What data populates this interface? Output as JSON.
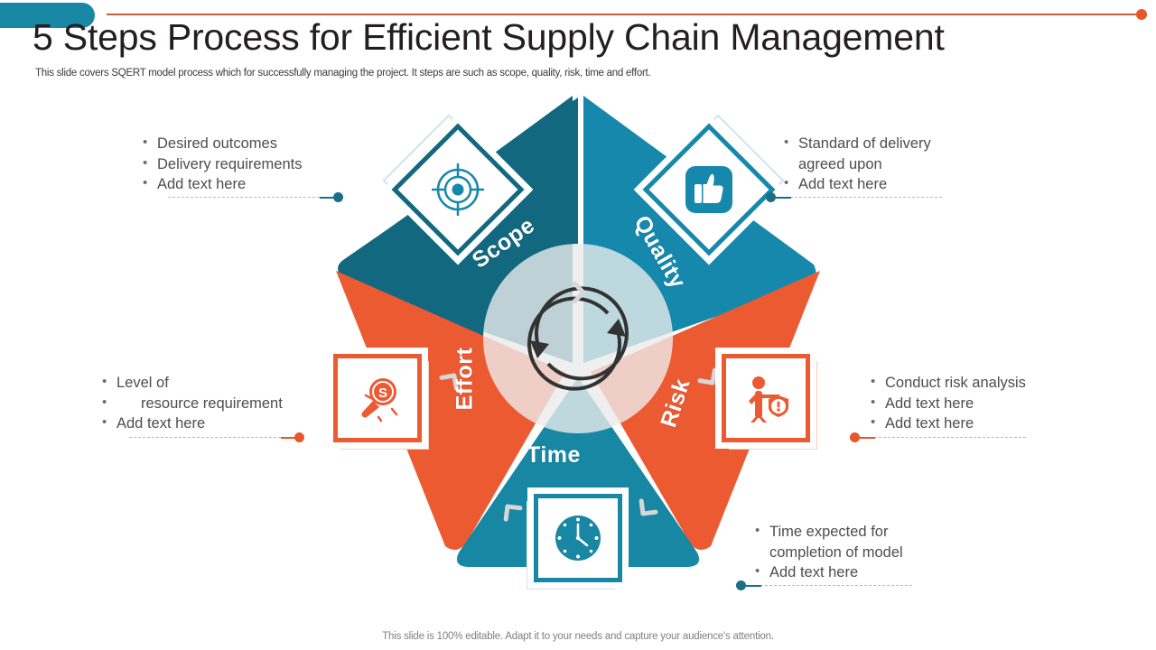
{
  "slide": {
    "title": "5 Steps Process for Efficient Supply Chain Management",
    "subtitle": "This slide covers SQERT model process which for successfully managing the project. It steps are such as scope, quality, risk, time and effort.",
    "footer": "This slide is 100% editable. Adapt it to your needs and capture your audience's attention."
  },
  "colors": {
    "teal_dark": "#12697f",
    "blue_mid": "#1688ac",
    "blue_time": "#1887a4",
    "orange": "#ec5a32",
    "orange_rule": "#c0603f",
    "text_gray": "#4d4d4d",
    "center_gray": "#efefef"
  },
  "diagram": {
    "center_icon": "refresh-cycle-icon",
    "steps": [
      {
        "id": "scope",
        "label": "Scope",
        "color": "#12697f",
        "icon": "target-crosshair-icon",
        "bullets": [
          "Desired outcomes",
          "Delivery requirements",
          "Add text here"
        ]
      },
      {
        "id": "quality",
        "label": "Quality",
        "color": "#1688ac",
        "icon": "thumbs-up-icon",
        "bullets": [
          "Standard of delivery",
          "agreed upon",
          "Add text here"
        ]
      },
      {
        "id": "risk",
        "label": "Risk",
        "color": "#ec5a32",
        "icon": "person-alert-icon",
        "bullets": [
          "Conduct risk analysis",
          "Add text here",
          "Add text here"
        ]
      },
      {
        "id": "time",
        "label": "Time",
        "color": "#1887a4",
        "icon": "clock-icon",
        "bullets": [
          "Time expected for",
          "completion of model",
          "Add text here"
        ]
      },
      {
        "id": "effort",
        "label": "Effort",
        "color": "#ec5a32",
        "icon": "coin-magnifier-icon",
        "bullets": [
          "Level of",
          "resource requirement",
          "Add text here"
        ]
      }
    ]
  }
}
